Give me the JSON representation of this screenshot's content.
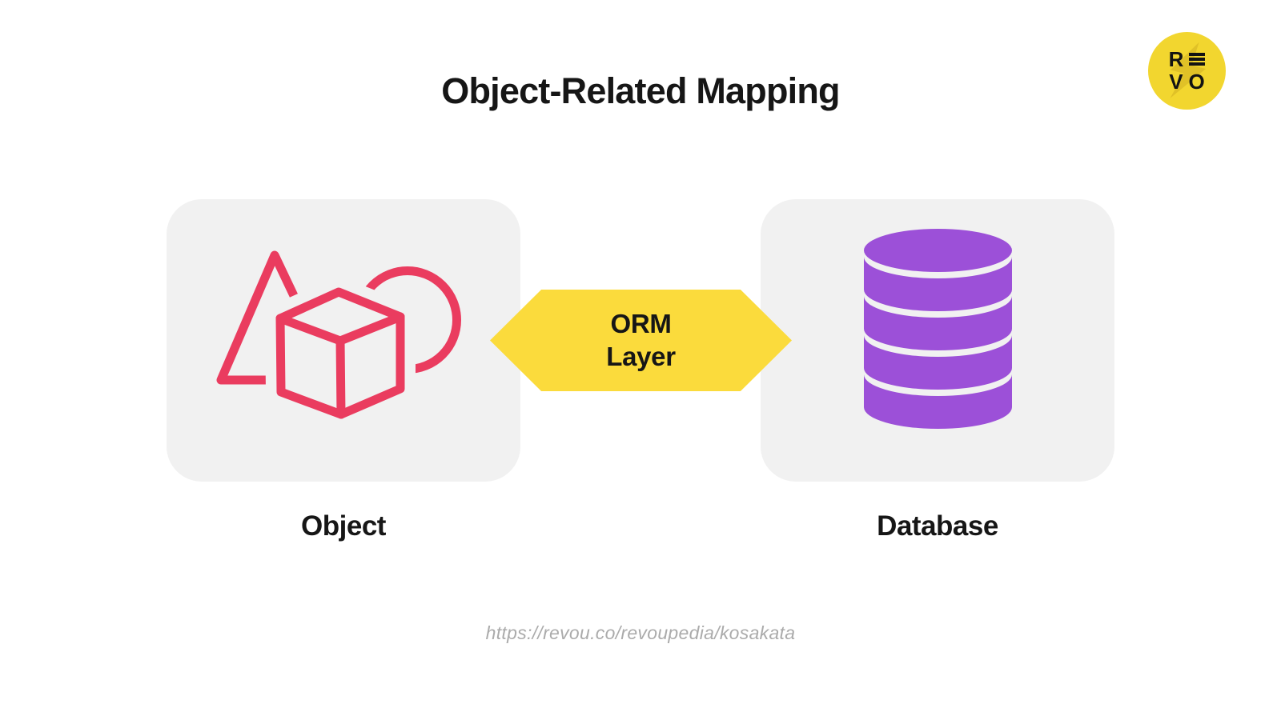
{
  "title": "Object-Related Mapping",
  "logo": {
    "letter_r": "R",
    "letter_v": "V",
    "letter_o": "O"
  },
  "object_card": {
    "label": "Object"
  },
  "orm_badge": {
    "line1": "ORM",
    "line2": "Layer"
  },
  "database_card": {
    "label": "Database"
  },
  "footer": {
    "url": "https://revou.co/revoupedia/kosakata"
  },
  "colors": {
    "accent_red": "#EA3C5F",
    "accent_yellow": "#FBDB3C",
    "accent_purple": "#9C50D8",
    "card_bg": "#F1F1F1",
    "text_dark": "#161616",
    "url_gray": "#ABABAB",
    "logo_yellow": "#F2D62F"
  }
}
